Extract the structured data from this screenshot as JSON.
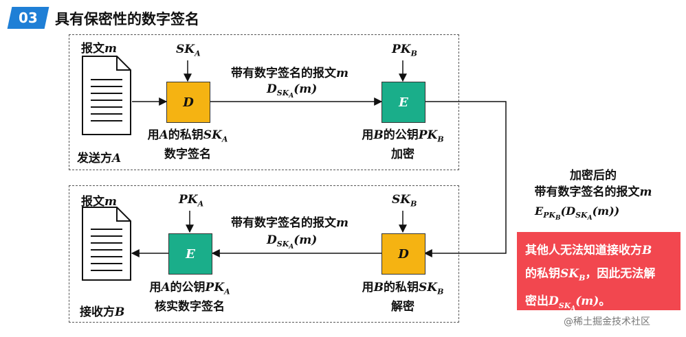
{
  "header": {
    "number": "03",
    "title": "具有保密性的数字签名"
  },
  "top": {
    "doc_label": "报文",
    "doc_var": "m",
    "key_left": "SK",
    "key_left_sub": "A",
    "key_right": "PK",
    "key_right_sub": "B",
    "box_left": "D",
    "box_right": "E",
    "arrow_text": "带有数字签名的报文",
    "arrow_var": "m",
    "formula_main": "D",
    "formula_sub": "SK",
    "formula_subsub": "A",
    "formula_arg": "(m)",
    "left_caption_pre": "用",
    "left_caption_var": "A",
    "left_caption_mid": "的私钥",
    "left_caption_key": "SK",
    "left_caption_key_sub": "A",
    "left_caption_line2": "数字签名",
    "right_caption_pre": "用",
    "right_caption_var": "B",
    "right_caption_mid": "的公钥",
    "right_caption_key": "PK",
    "right_caption_key_sub": "B",
    "right_caption_line2": "加密",
    "party_label": "发送方",
    "party_var": "A"
  },
  "bottom": {
    "doc_label": "报文",
    "doc_var": "m",
    "key_left": "PK",
    "key_left_sub": "A",
    "key_right": "SK",
    "key_right_sub": "B",
    "box_left": "E",
    "box_right": "D",
    "arrow_text": "带有数字签名的报文",
    "arrow_var": "m",
    "formula_main": "D",
    "formula_sub": "SK",
    "formula_subsub": "A",
    "formula_arg": "(m)",
    "left_caption_pre": "用",
    "left_caption_var": "A",
    "left_caption_mid": "的公钥",
    "left_caption_key": "PK",
    "left_caption_key_sub": "A",
    "left_caption_line2": "核实数字签名",
    "right_caption_pre": "用",
    "right_caption_var": "B",
    "right_caption_mid": "的私钥",
    "right_caption_key": "SK",
    "right_caption_key_sub": "B",
    "right_caption_line2": "解密",
    "party_label": "接收方",
    "party_var": "B"
  },
  "middle": {
    "line1": "加密后的",
    "line2": "带有数字签名的报文",
    "line2_var": "m",
    "formula_e": "E",
    "formula_e_sub": "PK",
    "formula_e_subsub": "B",
    "formula_d": "D",
    "formula_d_sub": "SK",
    "formula_d_subsub": "A",
    "formula_arg": "(m))"
  },
  "note": {
    "part1": "其他人无法知道接收方",
    "part1_var": "B",
    "part2": "的私钥",
    "part2_key": "SK",
    "part2_key_sub": "B",
    "part2_rest": "，因此无法解",
    "part3": "密出",
    "part3_d": "D",
    "part3_sub": "SK",
    "part3_subsub": "A",
    "part3_arg": "(m)",
    "part3_end": "。"
  },
  "watermark": "@稀土掘金技术社区",
  "colors": {
    "badge": "#1f7fd6",
    "box_d": "#f5b312",
    "box_e": "#1aae8a",
    "note_bg": "#f2474f"
  }
}
